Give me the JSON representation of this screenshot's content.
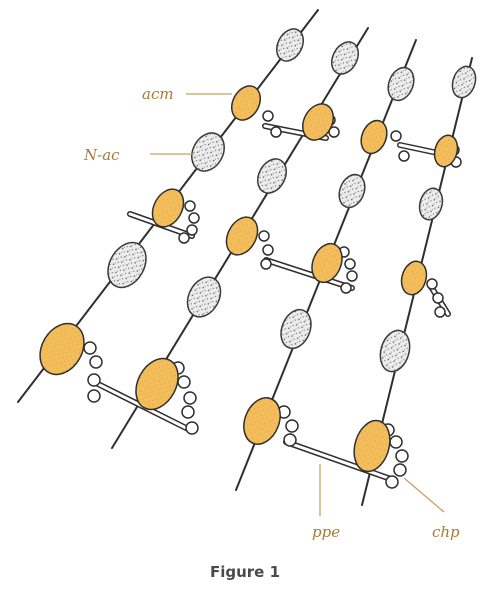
{
  "colors": {
    "acm_fill": "#f2bd5a",
    "n_ac_fill": "#e6e6e6",
    "chain_line": "#2f2f2f",
    "leader_line": "#c7a064",
    "label_text": "#a87a35",
    "caption_text": "#4a4a4a"
  },
  "labels": {
    "acm": "acm",
    "n_ac": "N-ac",
    "ppe": "ppe",
    "chp": "chp"
  },
  "caption": "Figure 1"
}
